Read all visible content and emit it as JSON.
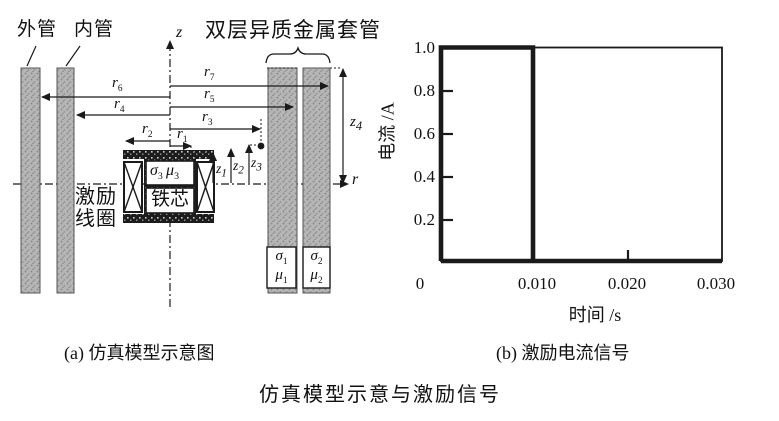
{
  "figure_title": "仿真模型示意与激励信号",
  "panel_a": {
    "caption": "(a) 仿真模型示意图",
    "outer_pipe_label": "外管",
    "inner_pipe_label": "内管",
    "casing_label": "双层异质金属套管",
    "coil_label_line1": "激励",
    "coil_label_line2": "线圈",
    "core_label": "铁芯",
    "z_axis_label": "z",
    "r_axis_label": "r",
    "materials": {
      "casing_inner": {
        "sigma": "σ",
        "sigma_sub": "1",
        "mu": "μ",
        "mu_sub": "1"
      },
      "casing_outer": {
        "sigma": "σ",
        "sigma_sub": "2",
        "mu": "μ",
        "mu_sub": "2"
      },
      "core": {
        "sigma": "σ",
        "sigma_sub": "3",
        "mu": "μ",
        "mu_sub": "3"
      }
    },
    "dims": {
      "r1": {
        "base": "r",
        "sub": "1"
      },
      "r2": {
        "base": "r",
        "sub": "2"
      },
      "r3": {
        "base": "r",
        "sub": "3"
      },
      "r4": {
        "base": "r",
        "sub": "4"
      },
      "r5": {
        "base": "r",
        "sub": "5"
      },
      "r6": {
        "base": "r",
        "sub": "6"
      },
      "r7": {
        "base": "r",
        "sub": "7"
      },
      "z1": {
        "base": "z",
        "sub": "1"
      },
      "z2": {
        "base": "z",
        "sub": "2"
      },
      "z3": {
        "base": "z",
        "sub": "3"
      },
      "z4": {
        "base": "z",
        "sub": "4"
      }
    }
  },
  "panel_b": {
    "caption": "(b) 激励电流信号"
  },
  "chart_data": {
    "type": "line",
    "title": "",
    "xlabel": "时间 /s",
    "ylabel": "电流 /A",
    "xlim": [
      0,
      0.03
    ],
    "ylim": [
      0,
      1.0
    ],
    "xticks": [
      "0",
      "0.010",
      "0.020",
      "0.030"
    ],
    "yticks": [
      "0.2",
      "0.4",
      "0.6",
      "0.8",
      "1.0"
    ],
    "grid": false,
    "legend": false,
    "series": [
      {
        "name": "激励电流信号",
        "x": [
          0,
          0.01,
          0.01,
          0.03
        ],
        "y": [
          1.0,
          1.0,
          0.0,
          0.0
        ]
      }
    ]
  },
  "colors": {
    "ink": "#1a1a1a",
    "pipe_fill": "#b6b6b6",
    "core_fill": "#1c1c1c",
    "background": "#ffffff"
  }
}
